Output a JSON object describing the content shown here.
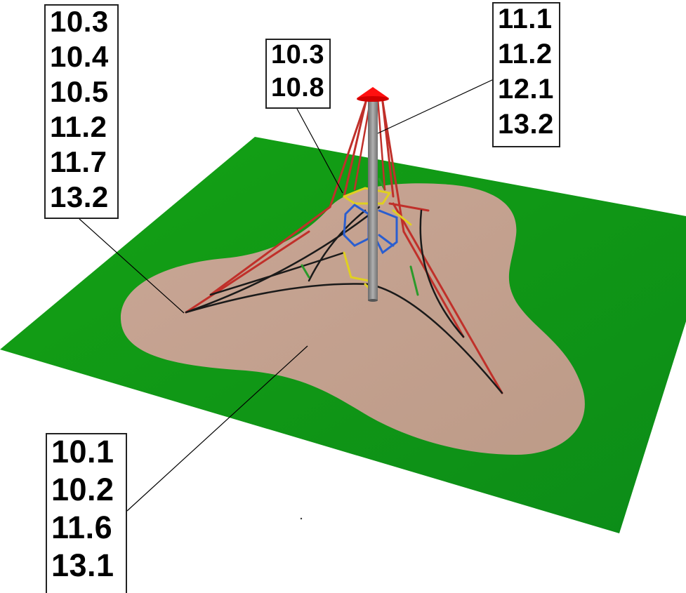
{
  "labels": {
    "left": [
      "10.3",
      "10.4",
      "10.5",
      "11.2",
      "11.7",
      "13.2"
    ],
    "top": [
      "10.3",
      "10.8"
    ],
    "right": [
      "11.1",
      "11.2",
      "12.1",
      "13.2"
    ],
    "bottom": [
      "10.1",
      "10.2",
      "11.6",
      "13.1"
    ]
  },
  "colors": {
    "grass": "#1aa01a",
    "sand": "#c2a08e",
    "pole": "#8a8a8a",
    "cap": "#ff0000",
    "rope_red": "#c0302a",
    "rope_black": "#1a1a1a",
    "rope_yellow": "#e0d020",
    "rope_blue": "#2a5ed0",
    "rope_green": "#2a9a2a"
  }
}
